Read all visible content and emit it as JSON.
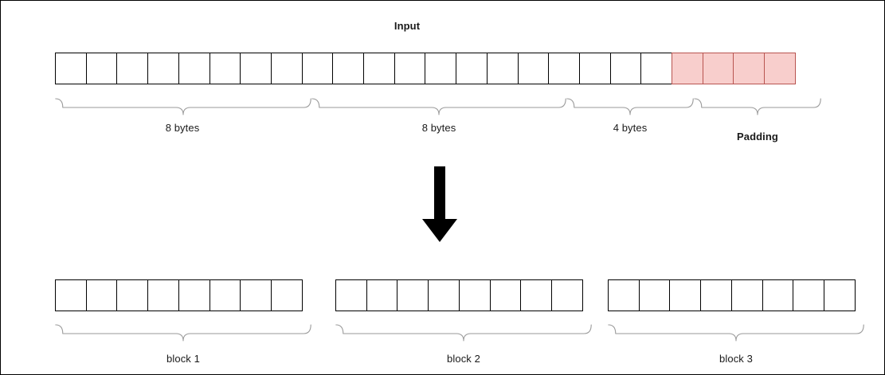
{
  "diagram": {
    "title": "Input",
    "colors": {
      "cell_border": "#000000",
      "padding_fill": "#f8cecc",
      "padding_border": "#b85450",
      "brace_stroke": "#9a9a9a",
      "arrow_fill": "#000000",
      "text": "#1a1a1a",
      "page_border": "#000000",
      "background": "#ffffff"
    },
    "input_row": {
      "name": "Input",
      "total_cells": 24,
      "data_cells": 20,
      "padding_cells": 4
    },
    "input_braces": [
      {
        "label": "8 bytes",
        "bold": false,
        "cells": 8
      },
      {
        "label": "8 bytes",
        "bold": false,
        "cells": 8
      },
      {
        "label": "4 bytes",
        "bold": false,
        "cells": 4
      },
      {
        "label": "Padding",
        "bold": true,
        "cells": 4
      }
    ],
    "arrow": {
      "name": "down-arrow",
      "direction": "down"
    },
    "output_blocks": [
      {
        "label": "block 1",
        "cells": 8
      },
      {
        "label": "block 2",
        "cells": 8
      },
      {
        "label": "block 3",
        "cells": 8
      }
    ]
  }
}
